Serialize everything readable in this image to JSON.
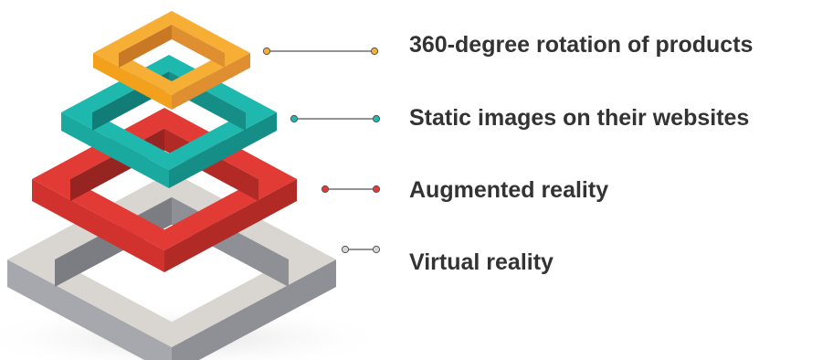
{
  "diagram": {
    "tiers": [
      {
        "label": "360-degree rotation of products",
        "top_color": "#F6AE35",
        "left_color": "#F3A11D",
        "right_color": "#DF8E30",
        "inner_color": "#C97823"
      },
      {
        "label": "Static images on their websites",
        "top_color": "#1FB8AE",
        "left_color": "#19A99F",
        "right_color": "#158E87",
        "inner_color": "#127C76"
      },
      {
        "label": "Augmented reality",
        "top_color": "#E23A34",
        "left_color": "#D1322D",
        "right_color": "#B12A26",
        "inner_color": "#962421"
      },
      {
        "label": "Virtual reality",
        "top_color": "#D9D6D1",
        "left_color": "#A7A8AD",
        "right_color": "#8F9096",
        "inner_color": "#7C7D82"
      }
    ],
    "connector_color": "#555555"
  }
}
